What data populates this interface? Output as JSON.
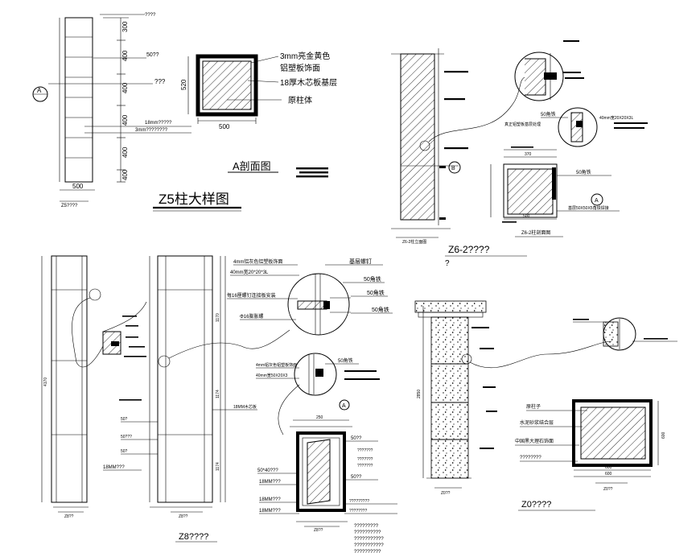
{
  "sheet": {
    "z5": {
      "title": "Z5柱大样图",
      "section_title": "A剖面图",
      "label_finish": "3mm亮金黄色",
      "label_finish2": "铝塑板饰面",
      "label_board": "18厚木芯板基层",
      "label_column": "原柱体",
      "dim_500": "500",
      "dim_500b": "500",
      "dim_520": "520",
      "elev_dims": [
        "300",
        "400",
        "400",
        "400",
        "400",
        "400"
      ],
      "elev_width": "500",
      "elev_caption": "Z5????",
      "note_top": "????",
      "note_50": "50??",
      "note_mid": "???",
      "note_18": "18mm?????",
      "note_3": "3mm????????",
      "marker": "A"
    },
    "z6": {
      "title": "Z6-2????",
      "subtitle": "?",
      "section_caption": "Z6-2柱剖面图",
      "elev_caption": "Z6-2柱立面图",
      "marker_b": "B",
      "marker_a": "A",
      "note_50": "50角铁",
      "note_40": "40mm宽20X20X3L",
      "note_50b": "50角铁",
      "note_base": "基层50X50X5角铁焊接",
      "note_mesh": "真正铝塑板基层处理",
      "dim_a": "370",
      "dim_b": "500"
    },
    "z8": {
      "title": "Z8????",
      "detail_labels": [
        "4mm铝灰色铝塑板饰面",
        "40mm宽20*20*3L",
        "每16厘螺钉连接板安装",
        "Φ16膨胀螺",
        "50角铁",
        "50角铁",
        "50角铁",
        "基层螺钉"
      ],
      "detail2_labels": [
        "4mm铝灰色铝塑板饰面",
        "40mm宽50X20X3",
        "50角铁"
      ],
      "plan_labels": [
        "50*40???",
        "18MM???",
        "18MM???",
        "18MM???",
        "50??",
        "50??",
        "?????????",
        "????????"
      ],
      "elev_labels": [
        "18MM???",
        "18MM木芯板",
        "50?",
        "50???",
        "50?"
      ],
      "plan_caption": "Z8??",
      "elev_caption": "Z8??",
      "elev_caption2": "Z8??",
      "notes": [
        "?????????",
        "??????????",
        "???????????",
        "???????????",
        "??????????"
      ],
      "marker": "A",
      "dim_top": "250"
    },
    "z0": {
      "title": "Z0????",
      "label_1": "原柱子",
      "label_2": "水泥砂浆结合层",
      "label_3": "中国黑大理石饰面",
      "label_4": "????????",
      "plan_caption": "Z0??",
      "elev_caption": "Z0??",
      "dim_600": "600",
      "dim_600b": "600",
      "dim_side": "600"
    }
  }
}
